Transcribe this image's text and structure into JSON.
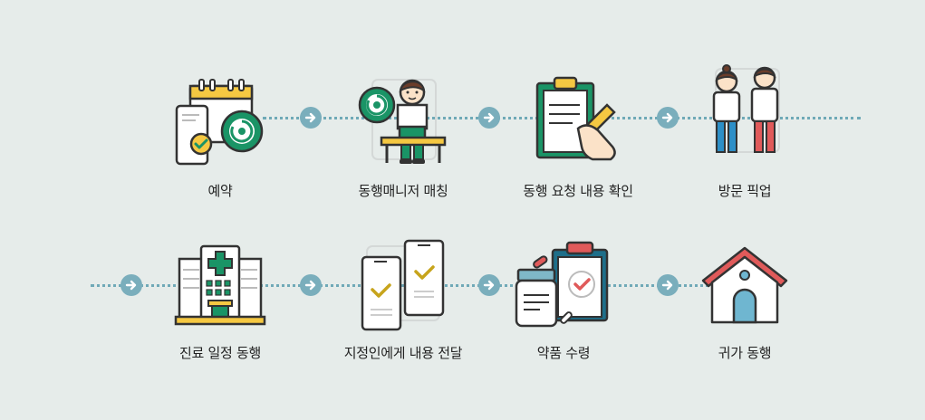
{
  "steps_row1": [
    {
      "label": "예약",
      "icon": "calendar-schedule-icon"
    },
    {
      "label": "동행매니저 매칭",
      "icon": "manager-matching-icon"
    },
    {
      "label": "동행 요청 내용 확인",
      "icon": "clipboard-check-icon"
    },
    {
      "label": "방문 픽업",
      "icon": "visit-pickup-icon"
    }
  ],
  "steps_row2": [
    {
      "label": "진료 일정 동행",
      "icon": "hospital-icon"
    },
    {
      "label": "지정인에게 내용 전달",
      "icon": "mobile-message-icon"
    },
    {
      "label": "약품 수령",
      "icon": "medicine-pickup-icon"
    },
    {
      "label": "귀가 동행",
      "icon": "home-icon"
    }
  ],
  "colors": {
    "background": "#e6ecea",
    "connector": "#6fa9b7",
    "arrow": "#7aaebc",
    "accent_green": "#1a9466",
    "accent_yellow": "#f5c842",
    "accent_red": "#e05a5a"
  }
}
